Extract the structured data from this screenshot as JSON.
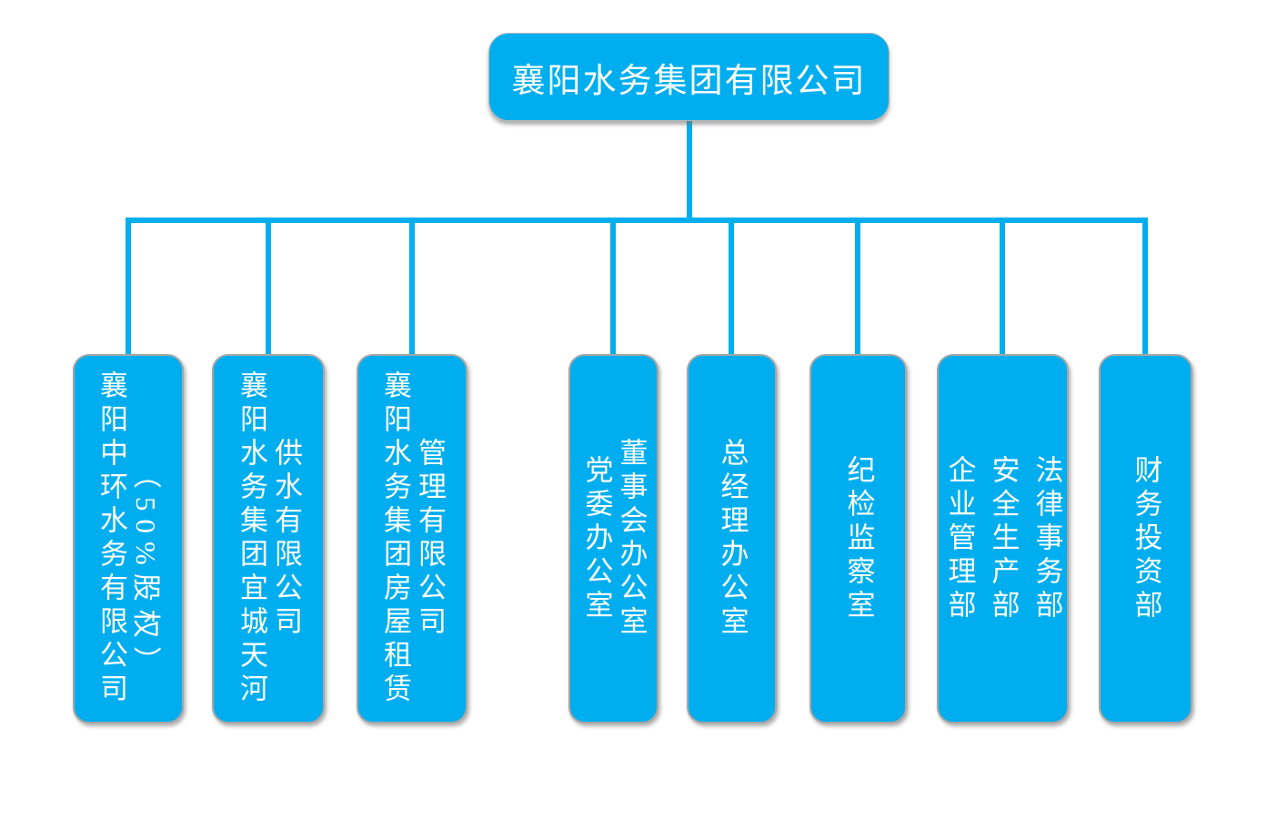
{
  "org_chart": {
    "root": {
      "label": "襄阳水务集团有限公司"
    },
    "children": [
      {
        "label": "襄阳中环水务有限公司（50%股权）",
        "lines": [
          "襄阳中环水务有限公司"
        ],
        "note": "（50%股权）"
      },
      {
        "label": "襄阳水务集团宜城天河供水有限公司",
        "lines": [
          "襄阳水务集团宜城天河",
          "供水有限公司"
        ]
      },
      {
        "label": "襄阳水务集团房屋租赁管理有限公司",
        "lines": [
          "襄阳水务集团房屋租赁",
          "管理有限公司"
        ]
      },
      {
        "label": "党委办公室 董事会办公室",
        "lines": [
          "党委办公室",
          "董事会办公室"
        ]
      },
      {
        "label": "总经理办公室",
        "lines": [
          "总经理办公室"
        ]
      },
      {
        "label": "纪检监察室",
        "lines": [
          "纪检监察室"
        ]
      },
      {
        "label": "企业管理部 安全生产部 法律事务部",
        "lines": [
          "企业管理部",
          "安全生产部",
          "法律事务部"
        ]
      },
      {
        "label": "财务投资部",
        "lines": [
          "财务投资部"
        ]
      }
    ],
    "colors": {
      "node_fill": "#00AEEF",
      "connector": "#00AEEF",
      "node_border": "#A6A6A6",
      "node_text": "#FFFFFF"
    }
  }
}
